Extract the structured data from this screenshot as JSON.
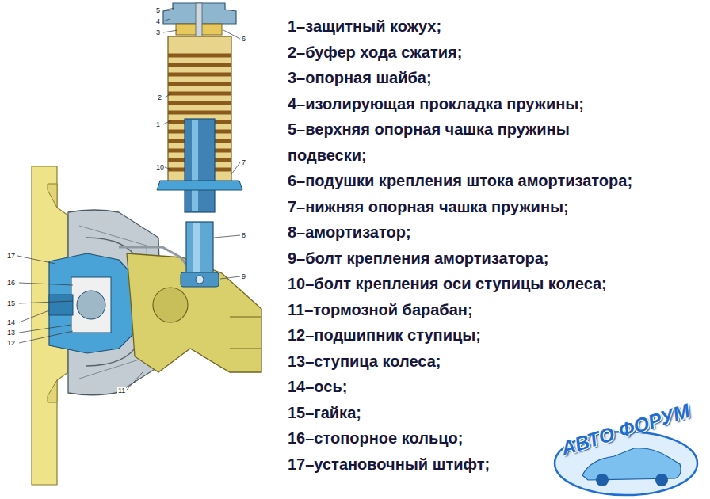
{
  "diagram": {
    "labels": [
      "1–защитный кожух;",
      "2–буфер хода сжатия;",
      "3–опорная шайба;",
      "4–изолирующая прокладка пружины;",
      "5–верхняя опорная чашка пружины подвески;",
      "6–подушки крепления штока амортизатора;",
      "7–нижняя опорная чашка пружины;",
      "8–амортизатор;",
      "9–болт крепления амортизатора;",
      "10–болт крепления оси ступицы колеса;",
      "11–тормозной барабан;",
      "12–подшипник ступицы;",
      "13–ступица колеса;",
      "14–ось;",
      "15–гайка;",
      "16–стопорное кольцо;",
      "17–установочный штифт;",
      "1",
      "2",
      "3",
      "4",
      "5",
      "6",
      "7",
      "8",
      "9",
      "10",
      "11",
      "12",
      "13",
      "14",
      "15",
      "16",
      "17",
      "АВТО ФОРУМ"
    ]
  }
}
